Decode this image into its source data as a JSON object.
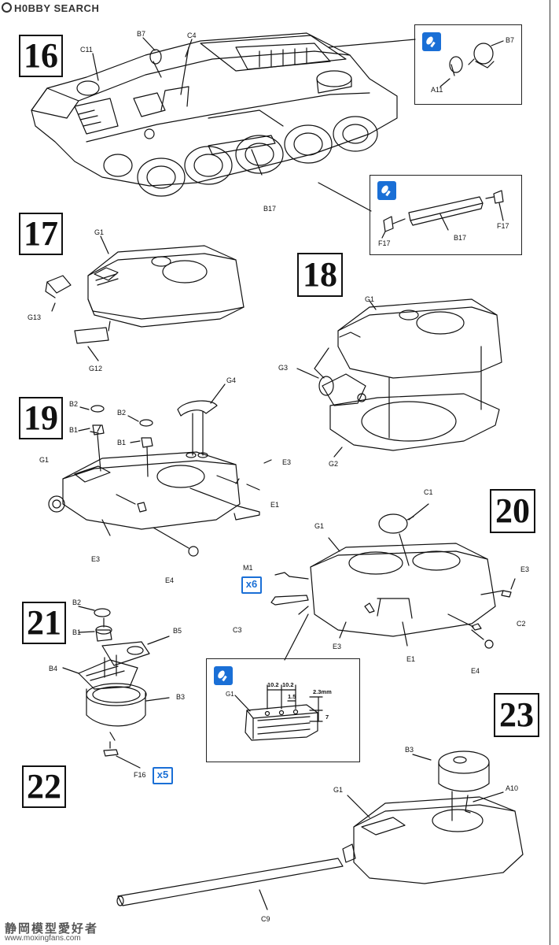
{
  "header": {
    "brand": "H0BBY SEARCH"
  },
  "footer": {
    "watermark_cn": "静岡模型愛好者",
    "watermark_url": "www.moxingfans.com"
  },
  "steps": {
    "s16": {
      "number": "16",
      "labels": {
        "b7": "B7",
        "c4": "C4",
        "c11": "C11",
        "b17": "B17"
      },
      "inset_a": {
        "b7": "B7",
        "a11": "A11"
      },
      "inset_b": {
        "b17": "B17",
        "f17_left": "F17",
        "f17_right": "F17"
      }
    },
    "s17": {
      "number": "17",
      "labels": {
        "g1": "G1",
        "g13": "G13",
        "g12": "G12"
      }
    },
    "s18": {
      "number": "18",
      "labels": {
        "g1": "G1",
        "g3": "G3",
        "g2": "G2"
      }
    },
    "s19": {
      "number": "19",
      "labels": {
        "b2a": "B2",
        "b1a": "B1",
        "b2b": "B2",
        "b1b": "B1",
        "g4": "G4",
        "g1": "G1",
        "e3a": "E3",
        "e1": "E1",
        "e3b": "E3",
        "e4": "E4"
      }
    },
    "s20": {
      "number": "20",
      "labels": {
        "c1": "C1",
        "g1": "G1",
        "m1": "M1",
        "e3a": "E3",
        "c3": "C3",
        "c2": "C2",
        "e3b": "E3",
        "e1": "E1",
        "e4": "E4"
      },
      "count_badge": "x6",
      "inset": {
        "g1": "G1",
        "dim_a": "10.2",
        "dim_b": "10.2",
        "dim_c": "1.5",
        "dim_d": "2.3mm",
        "dim_e": "7"
      }
    },
    "s21": {
      "number": "21",
      "labels": {
        "b2": "B2",
        "b1": "B1",
        "b5": "B5",
        "b4": "B4",
        "b3": "B3"
      }
    },
    "s22": {
      "number": "22",
      "labels": {
        "f16": "F16"
      },
      "count_badge": "x5"
    },
    "s23": {
      "number": "23",
      "labels": {
        "b3": "B3",
        "a10": "A10",
        "g1": "G1",
        "c9": "C9"
      }
    }
  },
  "colors": {
    "line": "#111111",
    "accent_blue": "#1a6fd6"
  }
}
